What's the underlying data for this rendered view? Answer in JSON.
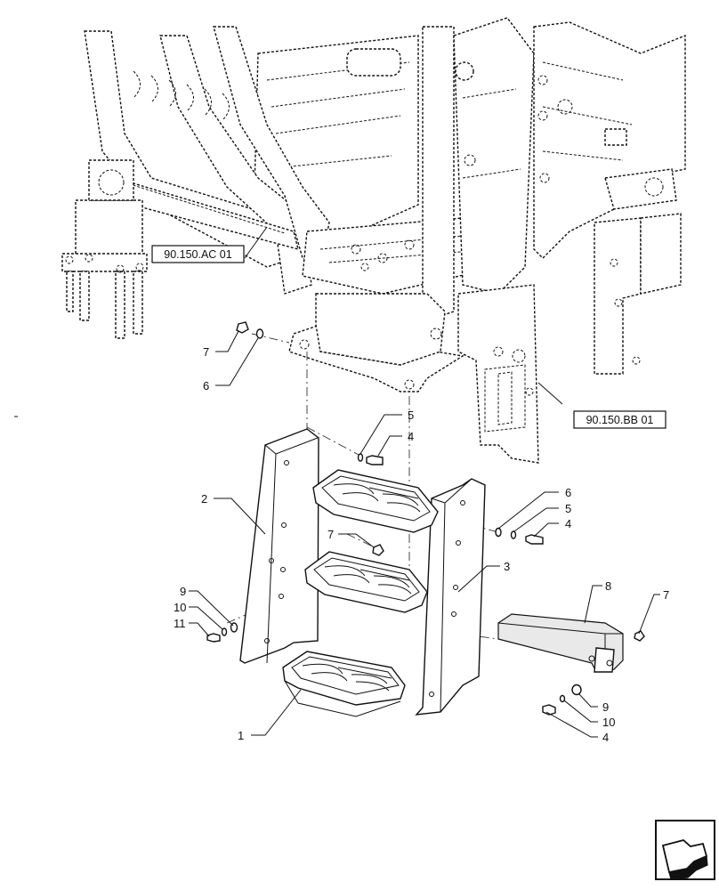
{
  "references": [
    {
      "id": "ref-ac",
      "label": "90.150.AC  01"
    },
    {
      "id": "ref-bb",
      "label": "90.150.BB  01"
    }
  ],
  "callouts": {
    "c7a": "7",
    "c6a": "6",
    "c5a": "5",
    "c4a": "4",
    "c2": "2",
    "c6b": "6",
    "c5b": "5",
    "c4b": "4",
    "c7b": "7",
    "c3": "3",
    "c8": "8",
    "c7c": "7",
    "c9a": "9",
    "c10a": "10",
    "c11": "11",
    "c9b": "9",
    "c10b": "10",
    "c4c": "4",
    "c1": "1"
  },
  "nav_icon": "next-arrow-icon"
}
